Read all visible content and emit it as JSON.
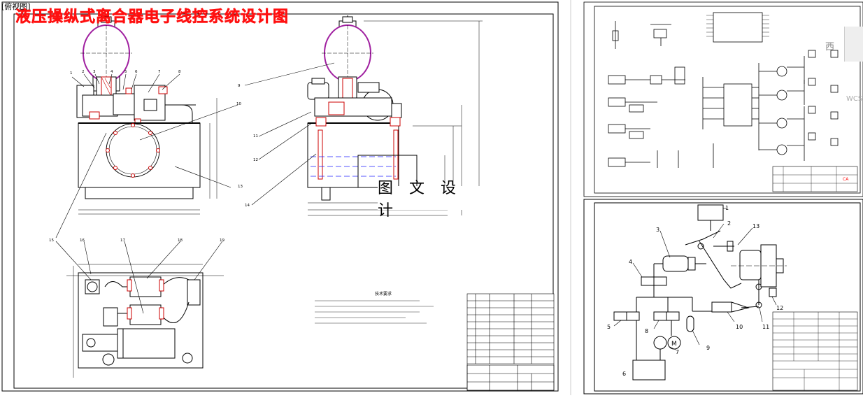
{
  "view_label": "[俯视图]",
  "title": "液压操纵式离合器电子线控系统设计图",
  "watermark": "图 文 设 计",
  "viewcube": {
    "label": "西",
    "coord_label": "WCS"
  },
  "sheet1": {
    "tech_req_title": "技术要求",
    "tech_req_lines": [
      "1.",
      "2.",
      "3.",
      "4.",
      "5."
    ]
  },
  "sheet2": {
    "stamp": "CA"
  },
  "sheet3": {
    "callouts": [
      "1",
      "2",
      "3",
      "4",
      "5",
      "6",
      "7",
      "8",
      "9",
      "10",
      "11",
      "12",
      "13"
    ]
  },
  "sheet1_callouts": [
    "1",
    "2",
    "3",
    "4",
    "5",
    "6",
    "7",
    "8",
    "9",
    "10",
    "11",
    "12",
    "13",
    "14",
    "15",
    "16",
    "17",
    "18",
    "19"
  ],
  "colors": {
    "title": "#ff1010",
    "frame": "#000000",
    "dashed": "#1e1eff",
    "accent": "#a020a0",
    "stamp": "#ff1010"
  }
}
